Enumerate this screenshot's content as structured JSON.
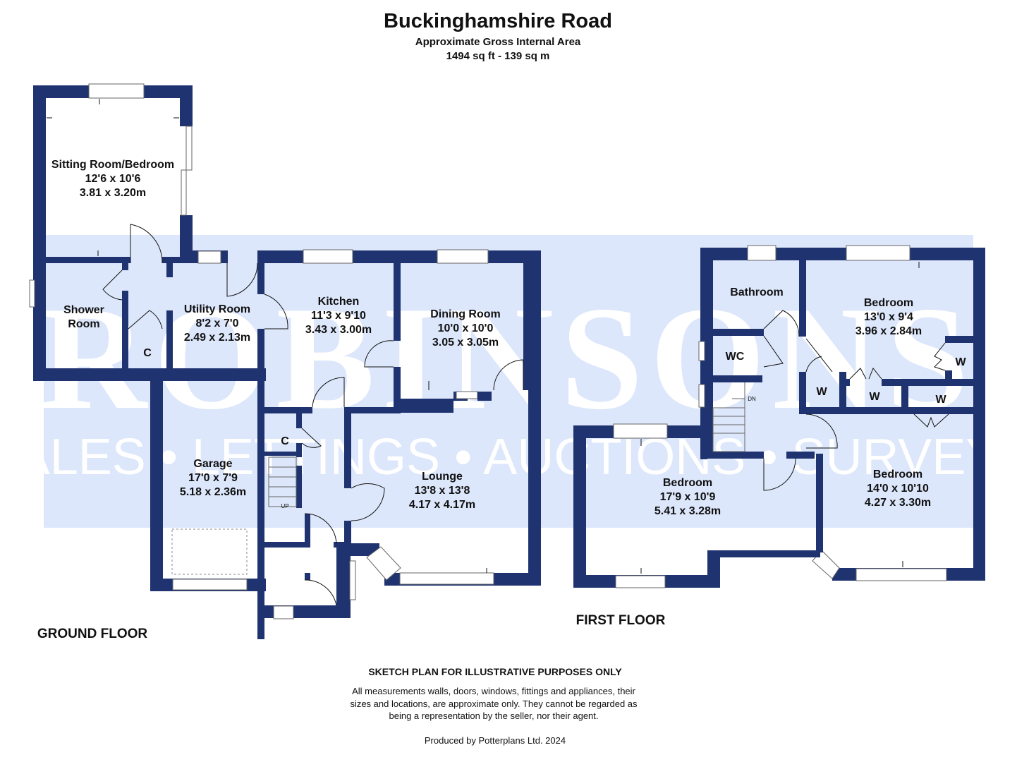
{
  "header": {
    "title": "Buckinghamshire Road",
    "subtitle": "Approximate Gross Internal Area",
    "area": "1494 sq ft - 139 sq m"
  },
  "watermark": {
    "brand": "ROBINSONS",
    "services": "SALES • LETTINGS • AUCTIONS • SURVEYS",
    "colors": {
      "band": "#dde7fb",
      "text": "#ffffff"
    }
  },
  "colors": {
    "wall": "#1f3370"
  },
  "ground_floor": {
    "label": "GROUND FLOOR",
    "rooms": [
      {
        "name": "Sitting Room/Bedroom",
        "imperial": "12'6 x 10'6",
        "metric": "3.81 x 3.20m"
      },
      {
        "name": "Shower",
        "name2": "Room"
      },
      {
        "name": "Utility Room",
        "imperial": "8'2 x 7'0",
        "metric": "2.49 x 2.13m"
      },
      {
        "name": "Kitchen",
        "imperial": "11'3 x 9'10",
        "metric": "3.43 x 3.00m"
      },
      {
        "name": "Dining Room",
        "imperial": "10'0 x 10'0",
        "metric": "3.05 x 3.05m"
      },
      {
        "name": "Garage",
        "imperial": "17'0 x 7'9",
        "metric": "5.18 x 2.36m"
      },
      {
        "name": "Lounge",
        "imperial": "13'8 x 13'8",
        "metric": "4.17 x 4.17m"
      }
    ],
    "cupboard_1": "C",
    "cupboard_2": "C",
    "stairs": "UP"
  },
  "first_floor": {
    "label": "FIRST FLOOR",
    "rooms": [
      {
        "name": "Bathroom"
      },
      {
        "name": "Bedroom",
        "imperial": "13'0 x 9'4",
        "metric": "3.96 x 2.84m"
      },
      {
        "name": "WC"
      },
      {
        "name": "Bedroom",
        "imperial": "17'9 x 10'9",
        "metric": "5.41 x 3.28m"
      },
      {
        "name": "Bedroom",
        "imperial": "14'0 x 10'10",
        "metric": "4.27 x 3.30m"
      }
    ],
    "wardrobes": [
      "W",
      "W",
      "W",
      "W"
    ],
    "stairs": "DN"
  },
  "footer": {
    "disclaimer_title": "SKETCH PLAN FOR ILLUSTRATIVE PURPOSES ONLY",
    "disclaimer_lines": [
      "All measurements walls, doors, windows, fittings and appliances, their",
      "sizes and locations, are approximate only. They cannot be regarded as",
      "being a representation by the seller, nor their agent."
    ],
    "credit": "Produced by Potterplans Ltd. 2024"
  }
}
